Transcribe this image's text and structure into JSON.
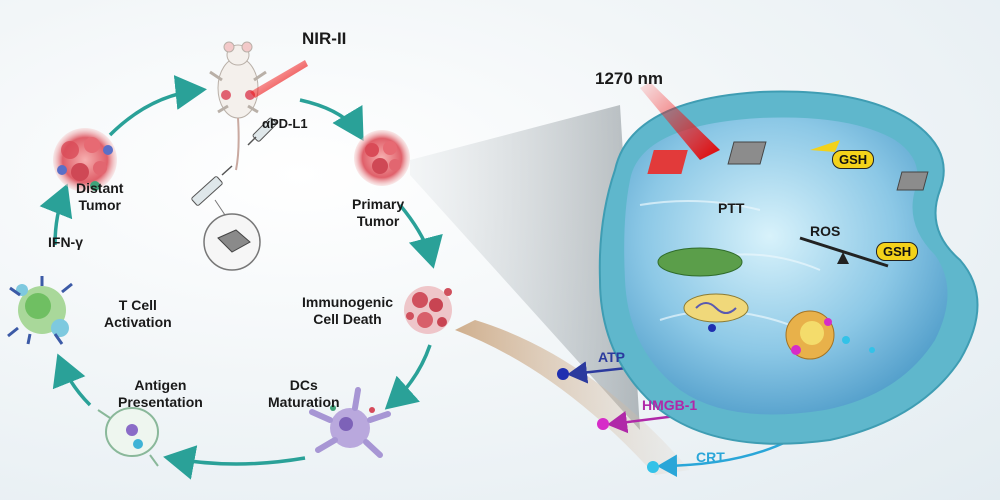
{
  "labels": {
    "nir_ii": "NIR-II",
    "apd_l1": "αPD-L1",
    "primary_tumor_1": "Primary",
    "primary_tumor_2": "Tumor",
    "distant_tumor_1": "Distant",
    "distant_tumor_2": "Tumor",
    "ifn_gamma": "IFN-γ",
    "t_cell_1": "T Cell",
    "t_cell_2": "Activation",
    "icd_1": "Immunogenic",
    "icd_2": "Cell Death",
    "antigen_1": "Antigen",
    "antigen_2": "Presentation",
    "dcs_1": "DCs",
    "dcs_2": "Maturation",
    "wavelength": "1270 nm",
    "ptt": "PTT",
    "gsh": "GSH",
    "ros": "ROS",
    "atp": "ATP",
    "hmgb1": "HMGB-1",
    "crt": "CRT"
  },
  "colors": {
    "cycle_arrow": "#2aa198",
    "atp": "#2b3a9e",
    "hmgb1": "#b028a8",
    "crt": "#2aa6d8",
    "gsh_badge": "#f3d21a",
    "laser": "#e00000"
  }
}
